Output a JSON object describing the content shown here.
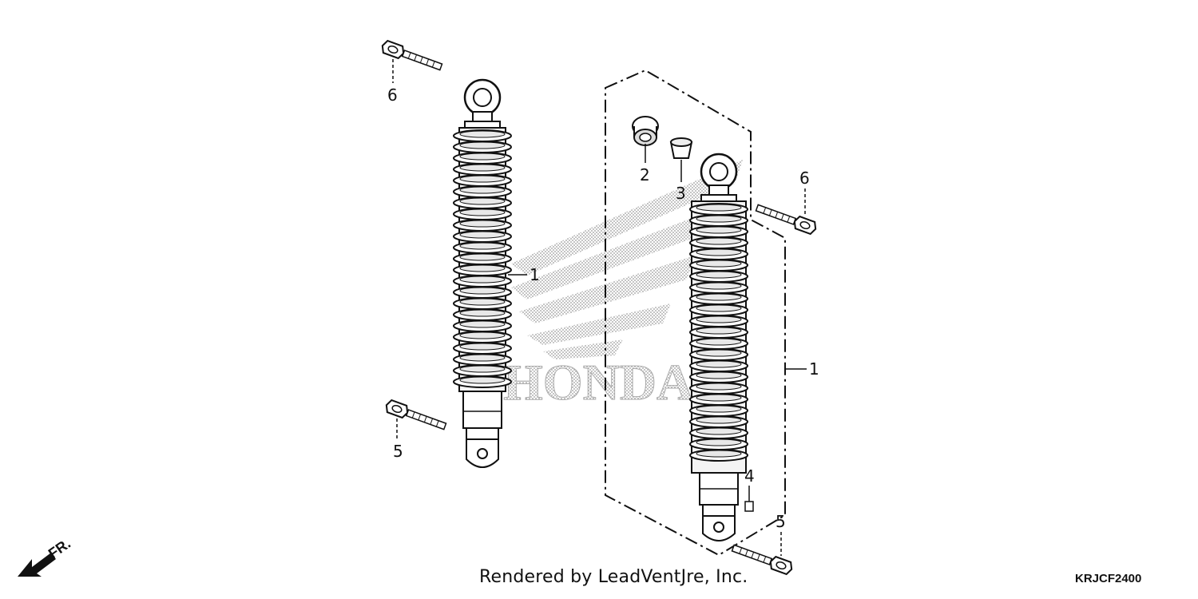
{
  "callouts": {
    "c1a": "1",
    "c1b": "1",
    "c2": "2",
    "c3": "3",
    "c4": "4",
    "c5a": "5",
    "c5b": "5",
    "c6a": "6",
    "c6b": "6"
  },
  "watermark": "HONDA",
  "direction_label": "FR.",
  "credit": "Rendered by LeadVentJre, Inc.",
  "diagram_code": "KRJCF2400",
  "colors": {
    "ink": "#111111",
    "watermark": "#c8c8c8",
    "paper": "#ffffff"
  }
}
